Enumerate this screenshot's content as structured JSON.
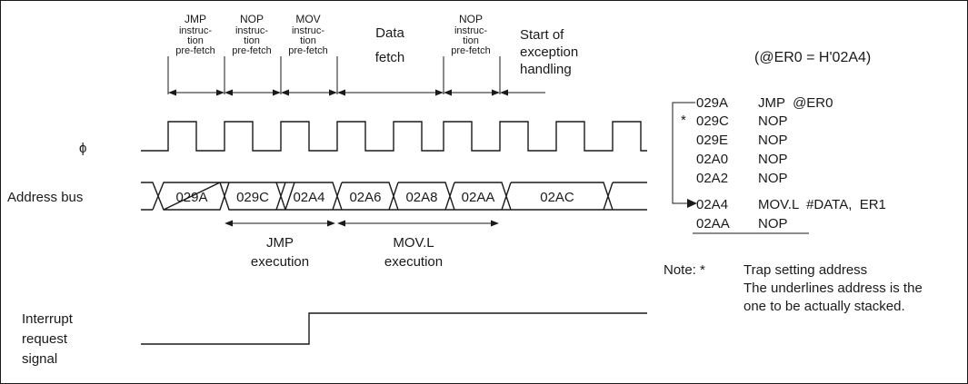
{
  "phases": [
    {
      "lines": [
        "JMP",
        "instruc-",
        "tion",
        "pre-fetch"
      ]
    },
    {
      "lines": [
        "NOP",
        "instruc-",
        "tion",
        "pre-fetch"
      ]
    },
    {
      "lines": [
        "MOV",
        "instruc-",
        "tion",
        "pre-fetch"
      ]
    },
    {
      "lines": [
        "Data",
        "fetch"
      ]
    },
    {
      "lines": [
        "NOP",
        "instruc-",
        "tion",
        "pre-fetch"
      ]
    },
    {
      "lines": [
        "Start of",
        "exception",
        "handling"
      ]
    }
  ],
  "signals": {
    "clock": "ϕ",
    "address_bus": "Address bus",
    "interrupt": [
      "Interrupt",
      "request",
      "signal"
    ]
  },
  "address_bus_values": [
    "029A",
    "029C",
    "02A4",
    "02A6",
    "02A8",
    "02AA",
    "02AC"
  ],
  "executions": [
    {
      "lines": [
        "JMP",
        "execution"
      ]
    },
    {
      "lines": [
        "MOV.L",
        "execution"
      ]
    }
  ],
  "condition": "(@ER0 = H'02A4)",
  "listing": [
    {
      "addr": "029A",
      "instr": "JMP  @ER0",
      "marker": "",
      "underline": false
    },
    {
      "addr": "029C",
      "instr": "NOP",
      "marker": "*",
      "underline": false
    },
    {
      "addr": "029E",
      "instr": "NOP",
      "marker": "",
      "underline": false
    },
    {
      "addr": "02A0",
      "instr": "NOP",
      "marker": "",
      "underline": false
    },
    {
      "addr": "02A2",
      "instr": "NOP",
      "marker": "",
      "underline": false
    },
    {
      "addr": "02A4",
      "instr": "MOV.L  #DATA,  ER1",
      "marker": "",
      "underline": false
    },
    {
      "addr": "02AA",
      "instr": "NOP",
      "marker": "",
      "underline": true
    }
  ],
  "note": {
    "prefix": "Note: *",
    "lines": [
      "Trap setting address",
      "The underlines address is the",
      "one to be actually stacked."
    ]
  }
}
